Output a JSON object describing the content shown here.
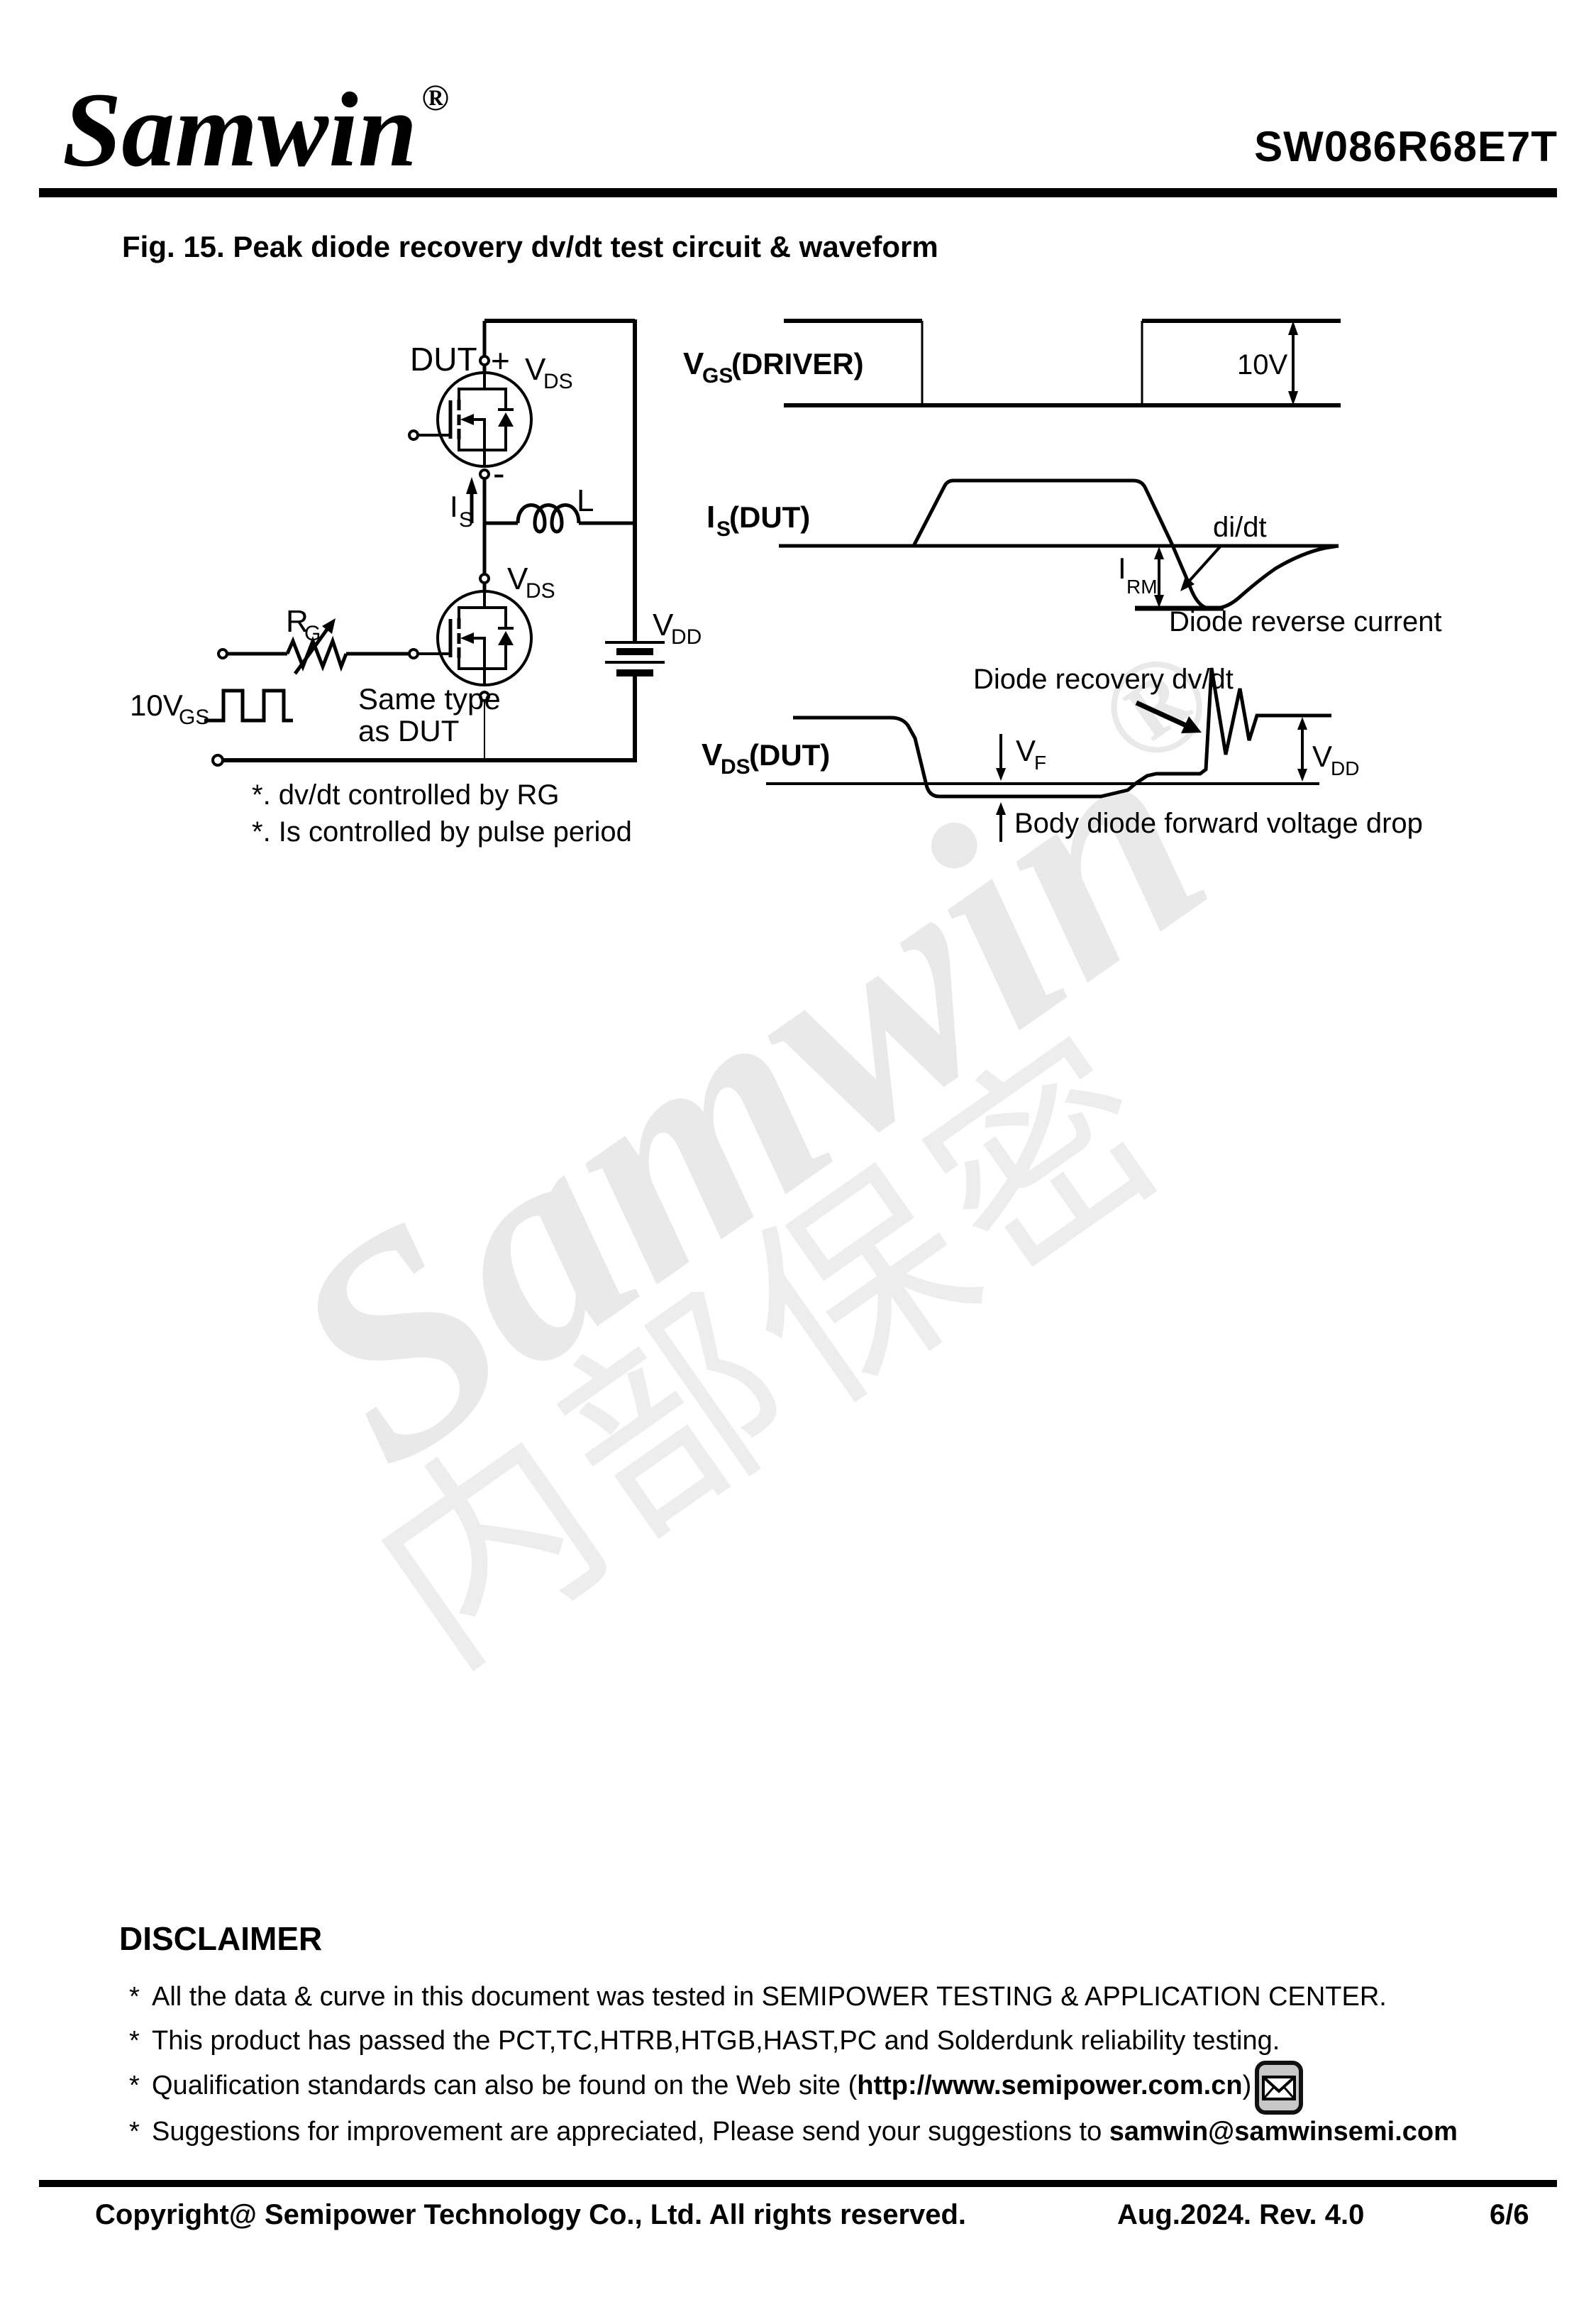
{
  "header": {
    "brand": "Samwin",
    "registered": "®",
    "part": "SW086R68E7T"
  },
  "figure": {
    "title": "Fig. 15. Peak diode recovery dv/dt test circuit & waveform"
  },
  "circuit": {
    "dut": "DUT",
    "plus": "+",
    "minus": "-",
    "vds": {
      "base": "V",
      "sub": "DS"
    },
    "is_label": {
      "base": "I",
      "sub": "S"
    },
    "inductor": "L",
    "rg": {
      "base": "R",
      "sub": "G"
    },
    "gate_source": {
      "base": "10V",
      "sub": "GS"
    },
    "same_type": [
      "Same type",
      "as DUT"
    ],
    "vdd": {
      "base": "V",
      "sub": "DD"
    },
    "notes": [
      "*. dv/dt controlled by RG",
      "*. Is controlled by pulse period"
    ]
  },
  "waveforms": {
    "vgs": {
      "base": "V",
      "sub": "GS",
      "rest": " (DRIVER)",
      "amplitude": "10V"
    },
    "is": {
      "base": "I",
      "sub": "S",
      "rest": " (DUT)",
      "didt": "di/dt",
      "irm": {
        "base": "I",
        "sub": "RM"
      },
      "reverse": "Diode reverse current"
    },
    "vds": {
      "base": "V",
      "sub": "DS",
      "rest": " (DUT)",
      "recovery": "Diode recovery dv/dt",
      "vf": {
        "base": "V",
        "sub": "F"
      },
      "vdd": {
        "base": "V",
        "sub": "DD"
      },
      "body": "Body diode forward voltage drop"
    }
  },
  "watermark": {
    "brand": "Samwin",
    "registered": "®",
    "confidential": "内部保密"
  },
  "disclaimer": {
    "heading": "DISCLAIMER",
    "items": [
      {
        "bullet": "*",
        "pre": "All the data & curve in this document was tested in SEMIPOWER TESTING & APPLICATION CENTER.",
        "bold": "",
        "post": ""
      },
      {
        "bullet": "*",
        "pre": "This product has passed the PCT,TC,HTRB,HTGB,HAST,PC and Solderdunk reliability testing.",
        "bold": "",
        "post": ""
      },
      {
        "bullet": "*",
        "pre": "Qualification standards can also be found on the Web site (",
        "bold": "http://www.semipower.com.cn",
        "post": ")"
      },
      {
        "bullet": "*",
        "pre": "Suggestions for improvement are appreciated, Please send your suggestions to ",
        "bold": "samwin@samwinsemi.com",
        "post": ""
      }
    ]
  },
  "footer": {
    "copyright": "Copyright@ Semipower Technology Co., Ltd. All rights reserved.",
    "revision": "Aug.2024. Rev. 4.0",
    "page": "6/6"
  }
}
